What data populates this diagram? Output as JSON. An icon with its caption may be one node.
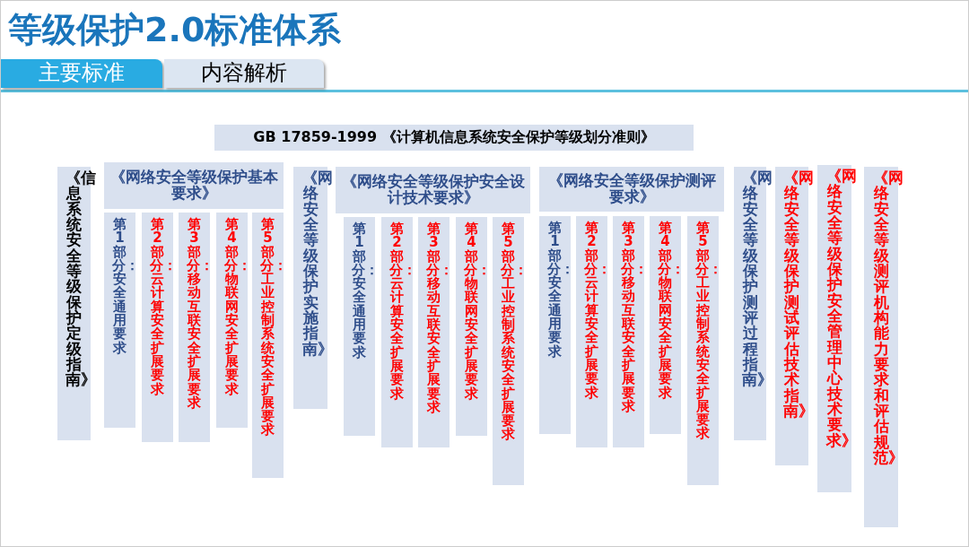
{
  "diagram": {
    "title": "等级保护2.0标准体系",
    "nodes": [
      {
        "text": [
          "主要标准"
        ]
      },
      {
        "text": [
          "内容解析"
        ]
      },
      {
        "text": [
          "GB 17859-1999 《计算机信息系统安全保护等级划分准则》"
        ]
      },
      {
        "text": [
          "《信息系统安全等级保护定级指南》"
        ]
      },
      {
        "text": [
          "《网络安全等级保护基本要求》"
        ]
      },
      {
        "text": [
          "第1部分：安全通用要求"
        ]
      },
      {
        "text": [
          "第2部分：云计算安全扩展要求"
        ]
      },
      {
        "text": [
          "第3部分：移动互联安全扩展要求"
        ]
      },
      {
        "text": [
          "第4部分：物联网安全扩展要求"
        ]
      },
      {
        "text": [
          "第5部分：工业控制系统安全扩展要求"
        ]
      },
      {
        "text": [
          "《网络安全等级保护实施指南》"
        ]
      },
      {
        "text": [
          "《网络安全等级保护安全设计技术要求》"
        ]
      },
      {
        "text": [
          "第1部分：安全通用要求"
        ]
      },
      {
        "text": [
          "第2部分：云计算安全扩展要求"
        ]
      },
      {
        "text": [
          "第3部分：移动互联安全扩展要求"
        ]
      },
      {
        "text": [
          "第4部分：物联网安全扩展要求"
        ]
      },
      {
        "text": [
          "第5部分：工业控制系统安全扩展要求"
        ]
      },
      {
        "text": [
          "《网络安全等级保护测评要求》"
        ]
      },
      {
        "text": [
          "第1部分：安全通用要求"
        ]
      },
      {
        "text": [
          "第2部分：云计算安全扩展要求"
        ]
      },
      {
        "text": [
          "第3部分：移动互联安全扩展要求"
        ]
      },
      {
        "text": [
          "第4部分：物联网安全扩展要求"
        ]
      },
      {
        "text": [
          "第5部分：工业控制系统安全扩展要求"
        ]
      },
      {
        "text": [
          "《网络安全等级保护测评过程指南》"
        ]
      },
      {
        "text": [
          "《网络安全等级保护测试评估技术指南》"
        ]
      },
      {
        "text": [
          "《网络安全等级保护安全管理中心技术要求》"
        ]
      },
      {
        "text": [
          "《网络安全等级测评机构能力要求和评估规范》"
        ]
      }
    ]
  }
}
